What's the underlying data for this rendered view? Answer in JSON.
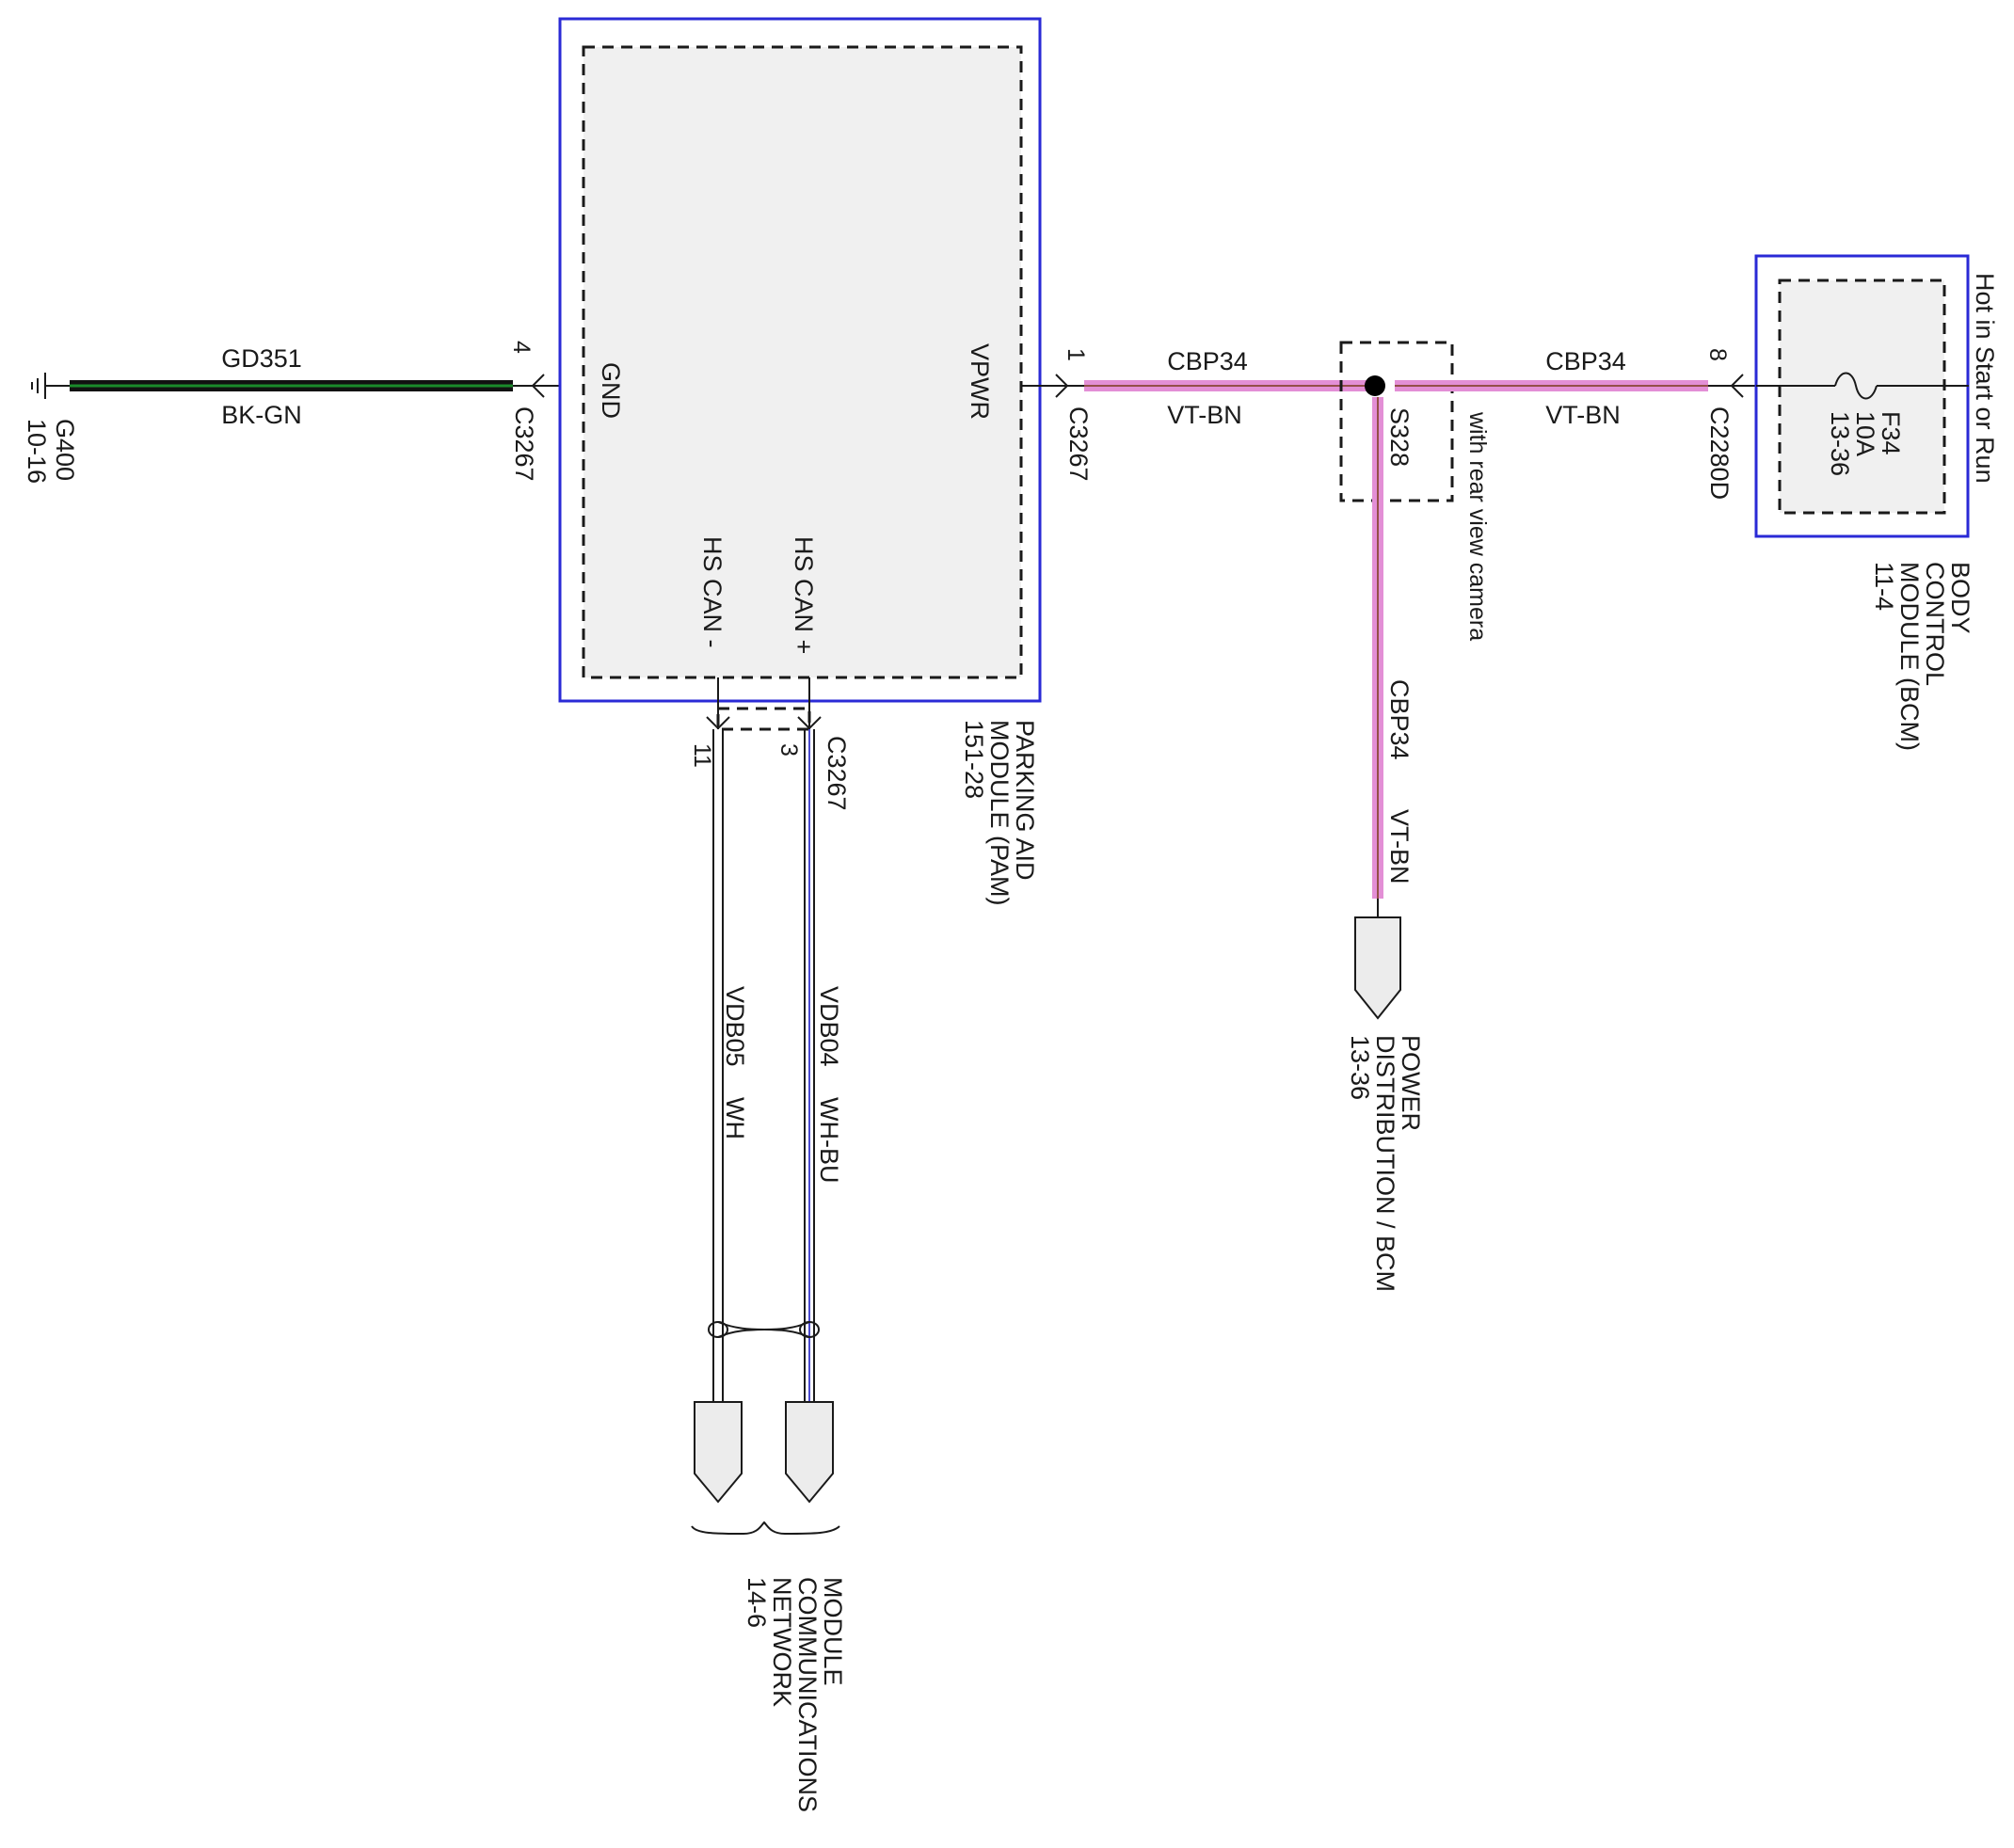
{
  "colors": {
    "module_outline": "#2a2ad6",
    "module_fill": "#f0f0f0",
    "wire_violet_brown": "#e38fd6",
    "wire_black_green": "#1a8a2a",
    "wire_white_blue": "#4a4ad0",
    "connector_fill": "#ececec"
  },
  "ground": {
    "id": "G400",
    "page_ref": "10-16"
  },
  "ground_wire": {
    "circuit": "GD351",
    "color_code": "BK-GN"
  },
  "pam": {
    "name_lines": [
      "PARKING AID",
      "MODULE (PAM)",
      "151-28"
    ],
    "pins": {
      "gnd": "GND",
      "vpwr": "VPWR",
      "can_minus": "HS CAN -",
      "can_plus": "HS CAN +"
    }
  },
  "connectors": {
    "c3267_gnd": {
      "name": "C3267",
      "pin": "4"
    },
    "c3267_vpwr": {
      "name": "C3267",
      "pin": "1"
    },
    "c3267_can": {
      "name": "C3267",
      "pin_minus": "11",
      "pin_plus": "3"
    },
    "c2280d": {
      "name": "C2280D",
      "pin": "8"
    }
  },
  "power_wire_left": {
    "circuit": "CBP34",
    "color_code": "VT-BN"
  },
  "power_wire_right": {
    "circuit": "CBP34",
    "color_code": "VT-BN"
  },
  "power_wire_down": {
    "circuit": "CBP34",
    "color_code": "VT-BN"
  },
  "splice": {
    "id": "S328",
    "note": "with rear view camera"
  },
  "power_distribution": {
    "lines": [
      "POWER",
      "DISTRIBUTION / BCM",
      "13-36"
    ]
  },
  "bcm": {
    "name_lines": [
      "BODY",
      "CONTROL",
      "MODULE (BCM)",
      "11-4"
    ],
    "hot_note": "Hot in Start or Run",
    "fuse": {
      "id": "F34",
      "rating": "10A",
      "page_ref": "13-36"
    }
  },
  "can_minus_wire": {
    "circuit": "VDB05",
    "color_code": "WH"
  },
  "can_plus_wire": {
    "circuit": "VDB04",
    "color_code": "WH-BU"
  },
  "network": {
    "lines": [
      "MODULE",
      "COMMUNICATIONS",
      "NETWORK",
      "14-6"
    ]
  }
}
